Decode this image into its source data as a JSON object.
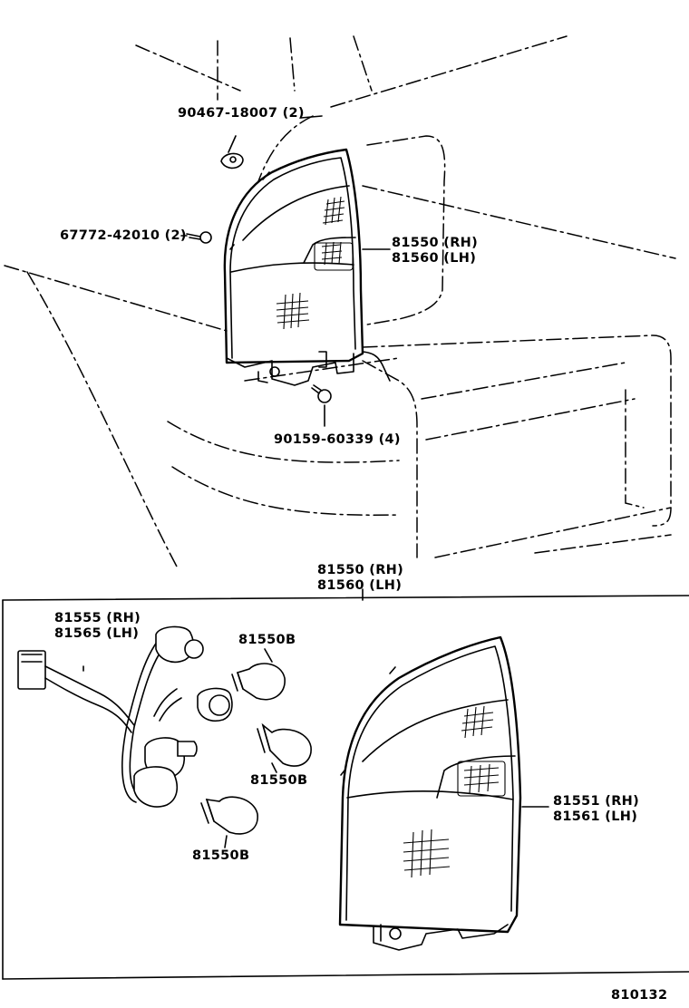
{
  "diagram_id": "810132",
  "top_assembly": {
    "clip": {
      "part": "90467-18007",
      "qty": "(2)"
    },
    "screw": {
      "part": "67772-42010",
      "qty": "(2)"
    },
    "lamp": {
      "part_rh": "81550 (RH)",
      "part_lh": "81560 (LH)"
    },
    "bolt": {
      "part": "90159-60339",
      "qty": "(4)"
    }
  },
  "exploded_view": {
    "header_rh": "81550 (RH)",
    "header_lh": "81560 (LH)",
    "socket_wire": {
      "part_rh": "81555 (RH)",
      "part_lh": "81565 (LH)"
    },
    "bulbs": [
      "81550B",
      "81550B",
      "81550B"
    ],
    "lens": {
      "part_rh": "81551 (RH)",
      "part_lh": "81561 (LH)"
    }
  }
}
